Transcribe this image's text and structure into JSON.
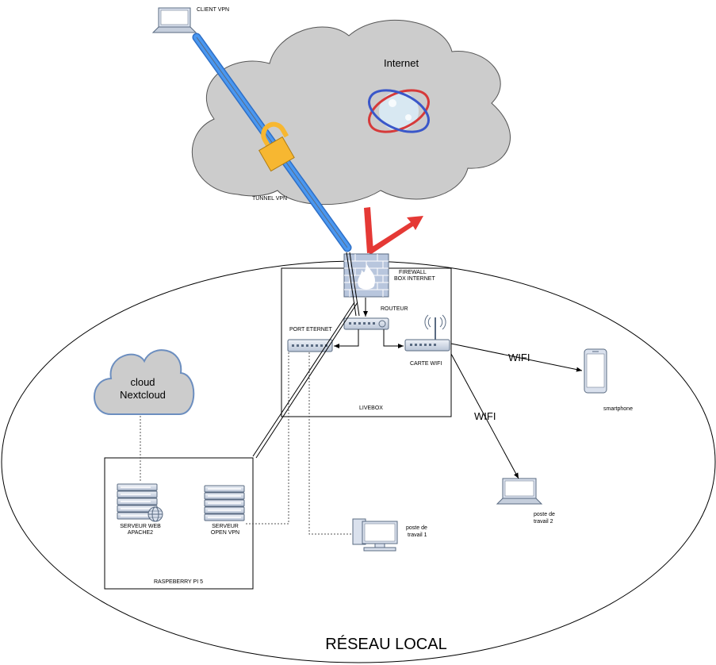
{
  "labels": {
    "client_vpn": "CLIENT VPN",
    "internet": "Internet",
    "tunnel_vpn": "TUNNEL VPN",
    "firewall_line1": "FIREWALL",
    "firewall_line2": "BOX INTERNET",
    "routeur": "ROUTEUR",
    "port_eternet": "PORT ETERNET",
    "carte_wifi": "CARTE WIFI",
    "livebox": "LIVEBOX",
    "wifi_1": "WIFI",
    "wifi_2": "WIFI",
    "smartphone": "smartphone",
    "cloud_line1": "cloud",
    "cloud_line2": "Nextcloud",
    "serveur_web_line1": "SERVEUR WEB",
    "serveur_web_line2": "APACHE2",
    "serveur_vpn_line1": "SERVEUR",
    "serveur_vpn_line2": "OPEN VPN",
    "poste1_line1": "poste de",
    "poste1_line2": "travail 1",
    "poste2_line1": "poste de",
    "poste2_line2": "travail 2",
    "raspberry": "RASPEBERRY PI 5",
    "reseau_local": "RÉSEAU LOCAL"
  },
  "colors": {
    "cloud_fill": "#cccccc",
    "tunnel": "#3d8bea",
    "lock": "#f7b731",
    "red_arrow": "#e53935",
    "nextcloud_stroke": "#6c8ebf",
    "firewall_brick": "#b8c6dd",
    "device": "#dae1ed"
  },
  "icons": [
    "laptop-icon",
    "globe-icon",
    "lock-icon",
    "firewall-icon",
    "router-icon",
    "switch-icon",
    "wifi-antenna-icon",
    "smartphone-icon",
    "server-icon",
    "workstation-icon"
  ]
}
